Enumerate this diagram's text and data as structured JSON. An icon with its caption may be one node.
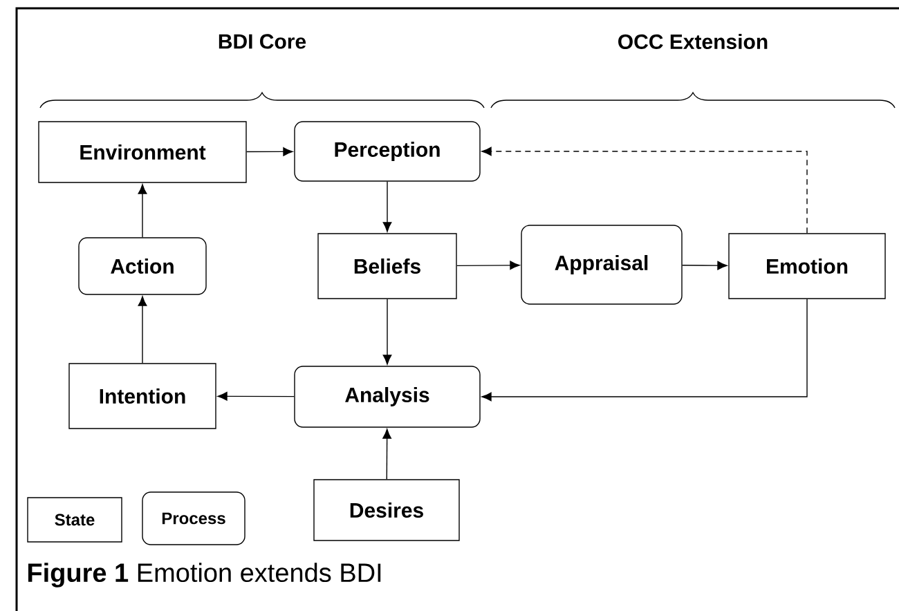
{
  "diagram": {
    "caption": "**Figure 1** Emotion extends BDI",
    "nodes": [
      {
        "text": [
          "Environment"
        ]
      },
      {
        "text": [
          "Perception"
        ]
      },
      {
        "text": [
          "Action"
        ]
      },
      {
        "text": [
          "Beliefs"
        ]
      },
      {
        "text": [
          "Appraisal"
        ]
      },
      {
        "text": [
          "Emotion"
        ]
      },
      {
        "text": [
          "Intention"
        ]
      },
      {
        "text": [
          "Analysis"
        ]
      },
      {
        "text": [
          "Desires"
        ]
      }
    ],
    "edges": [
      {
        "from": 0,
        "to": 1,
        "arrow": "to"
      },
      {
        "from": 1,
        "to": 3,
        "arrow": "to"
      },
      {
        "from": 3,
        "to": 4,
        "arrow": "to"
      },
      {
        "from": 4,
        "to": 5,
        "arrow": "to"
      },
      {
        "from": 5,
        "to": 1,
        "arrow": "to",
        "style": "dashed"
      },
      {
        "from": 3,
        "to": 7,
        "arrow": "to"
      },
      {
        "from": 7,
        "to": 6,
        "arrow": "to"
      },
      {
        "from": 5,
        "to": 7,
        "arrow": "to"
      },
      {
        "from": 8,
        "to": 7,
        "arrow": "to"
      },
      {
        "from": 2,
        "to": 0,
        "arrow": "to"
      },
      {
        "from": 6,
        "to": 2,
        "arrow": "to"
      }
    ],
    "labels": [
      "BDI Core",
      "OCC Extension"
    ],
    "legend": [
      {
        "text": "State"
      },
      {
        "text": "Process"
      }
    ]
  }
}
